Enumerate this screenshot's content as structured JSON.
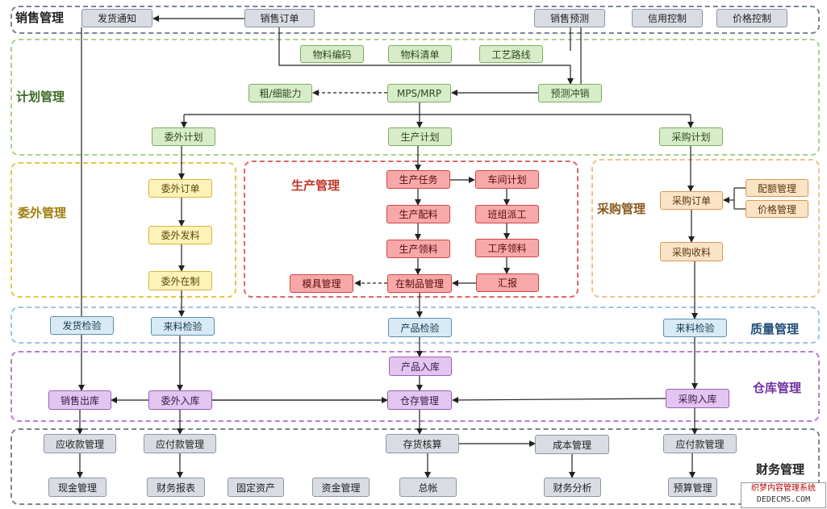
{
  "zones": {
    "sales": "销售管理",
    "plan": "计划管理",
    "outsource": "委外管理",
    "production": "生产管理",
    "purchase": "采购管理",
    "quality": "质量管理",
    "warehouse": "仓库管理",
    "finance": "财务管理"
  },
  "nodes": {
    "delivery_notice": "发货通知",
    "sales_order": "销售订单",
    "sales_forecast": "销售预测",
    "credit_control": "信用控制",
    "price_control": "价格控制",
    "material_code": "物料编码",
    "bom": "物料清单",
    "routing": "工艺路线",
    "capacity": "粗/细能力",
    "mps_mrp": "MPS/MRP",
    "forecast_offset": "预测冲销",
    "outsource_plan": "委外计划",
    "production_plan": "生产计划",
    "purchase_plan": "采购计划",
    "outsource_order": "委外订单",
    "outsource_issue": "委外发料",
    "outsource_wip": "委外在制",
    "production_task": "生产任务",
    "workshop_plan": "车间计划",
    "production_kitting": "生产配料",
    "team_dispatch": "班组派工",
    "production_picking": "生产领料",
    "process_picking": "工序领料",
    "mold_mgmt": "模具管理",
    "wip_mgmt": "在制品管理",
    "report": "汇报",
    "purchase_order": "采购订单",
    "quota_mgmt": "配额管理",
    "price_mgmt": "价格管理",
    "purchase_receipt": "采购收料",
    "delivery_inspection": "发货检验",
    "incoming_inspection": "来料检验",
    "product_inspection": "产品检验",
    "incoming_inspection_2": "来料检验",
    "product_stockin": "产品入库",
    "sales_outbound": "销售出库",
    "outsource_stockin": "委外入库",
    "warehouse_mgmt": "仓存管理",
    "purchase_stockin": "采购入库",
    "receivables": "应收款管理",
    "payables": "应付款管理",
    "inventory_accounting": "存货核算",
    "cost_mgmt": "成本管理",
    "payables_2": "应付款管理",
    "cash_mgmt": "现金管理",
    "financial_reports": "财务报表",
    "fixed_assets": "固定资产",
    "fund_mgmt": "资金管理",
    "general_ledger": "总帐",
    "financial_analysis": "财务分析",
    "budget_mgmt": "预算管理"
  },
  "watermark": {
    "line1": "织梦内容管理系统",
    "line2": "DEDECMS.COM"
  },
  "colors": {
    "sales_border": "#7a8594",
    "plan_border": "#a9d18e",
    "outsource_border": "#e8c547",
    "production_border": "#e06666",
    "purchase_border": "#f0c28a",
    "quality_border": "#9dc3e6",
    "warehouse_border": "#b57fcc",
    "finance_border": "#7a8594"
  }
}
